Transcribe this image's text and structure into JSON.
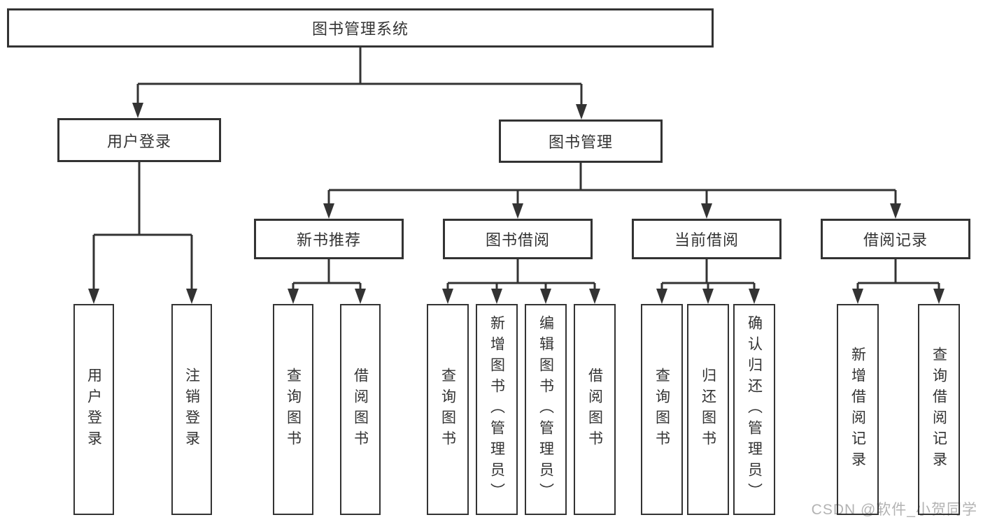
{
  "colors": {
    "line": "#333333",
    "border": "#333333",
    "text": "#333333",
    "box_background": "#ffffff",
    "watermark": "#b3b3b3"
  },
  "watermark": {
    "text": "CSDN @软件_小贺同学"
  },
  "tree": {
    "root": {
      "label": "图书管理系统"
    },
    "level2": [
      {
        "label": "用户登录"
      },
      {
        "label": "图书管理"
      }
    ],
    "level3": [
      {
        "label": "新书推荐"
      },
      {
        "label": "图书借阅"
      },
      {
        "label": "当前借阅"
      },
      {
        "label": "借阅记录"
      }
    ],
    "leaves": {
      "user_login": [
        "用户登录",
        "注销登录"
      ],
      "new_book_recommend": [
        "查询图书",
        "借阅图书"
      ],
      "book_borrow": [
        "查询图书",
        "新增图书（管理员）",
        "编辑图书（管理员）",
        "借阅图书"
      ],
      "current_borrow": [
        "查询图书",
        "归还图书",
        "确认归还（管理员）"
      ],
      "borrow_record": [
        "新增借阅记录",
        "查询借阅记录"
      ]
    }
  }
}
